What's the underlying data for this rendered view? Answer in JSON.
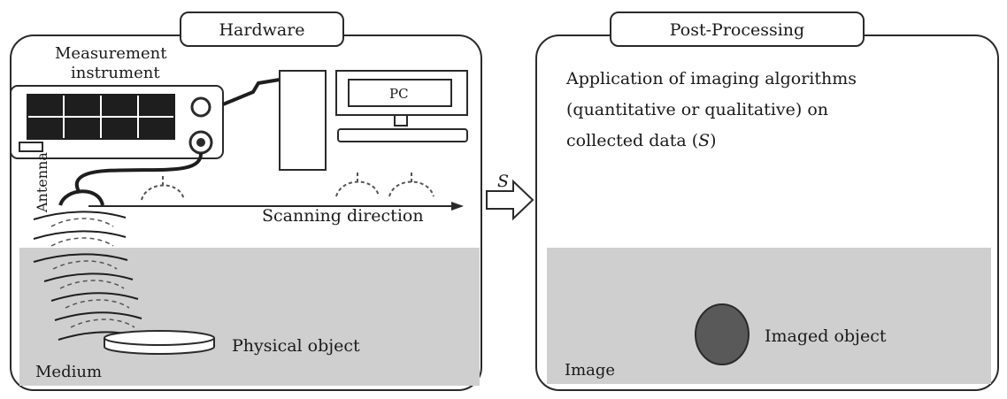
{
  "panels": {
    "hardware": {
      "title": "Hardware"
    },
    "post_processing": {
      "title": "Post-Processing"
    }
  },
  "hardware": {
    "instrument_label_line1": "Measurement",
    "instrument_label_line2": "instrument",
    "pc_label": "PC",
    "antenna_label": "Antenna",
    "scan_label": "Scanning direction",
    "object_label": "Physical object",
    "medium_label": "Medium"
  },
  "transfer": {
    "label": "S"
  },
  "post": {
    "desc_line1": "Application of imaging algorithms",
    "desc_line2": "(quantitative or qualitative) on",
    "desc_line3_prefix": "collected data (",
    "desc_line3_var": "S",
    "desc_line3_suffix": ")",
    "imaged_label": "Imaged object",
    "image_label": "Image"
  },
  "colors": {
    "stroke": "#2a2a2a",
    "medium_fill": "#cfcfcf",
    "object_fill": "#595959",
    "screen_fill": "#1e1e1e"
  }
}
